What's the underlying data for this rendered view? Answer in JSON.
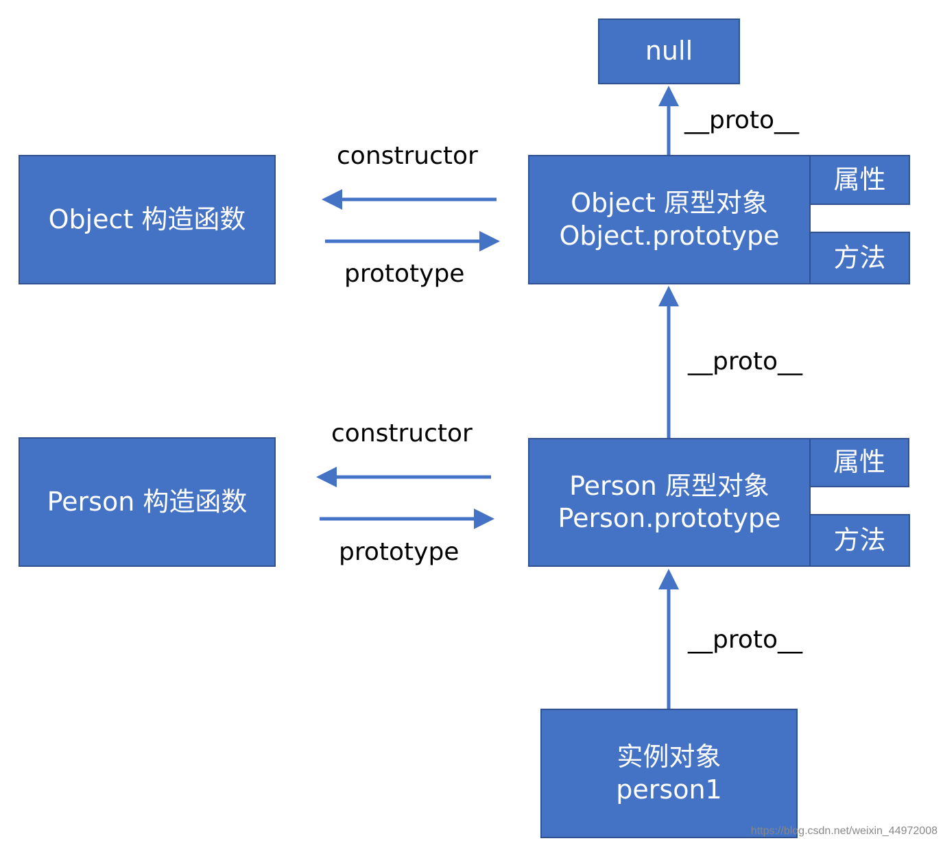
{
  "nodes": {
    "null_node": "null",
    "object_constructor": "Object 构造函数",
    "object_prototype_line1": "Object 原型对象",
    "object_prototype_line2": "Object.prototype",
    "object_prop": "属性",
    "object_method": "方法",
    "person_constructor": "Person 构造函数",
    "person_prototype_line1": "Person 原型对象",
    "person_prototype_line2": "Person.prototype",
    "person_prop": "属性",
    "person_method": "方法",
    "instance_line1": "实例对象",
    "instance_line2": "person1"
  },
  "edges": {
    "proto_top": "__proto__",
    "proto_middle": "__proto__",
    "proto_bottom": "__proto__",
    "object_constructor_label": "constructor",
    "object_prototype_label": "prototype",
    "person_constructor_label": "constructor",
    "person_prototype_label": "prototype"
  },
  "watermark": "https://blog.csdn.net/weixin_44972008",
  "colors": {
    "box_fill": "#4472c4",
    "box_border": "#2f528f",
    "arrow": "#4472c4",
    "text_on_box": "#ffffff"
  }
}
